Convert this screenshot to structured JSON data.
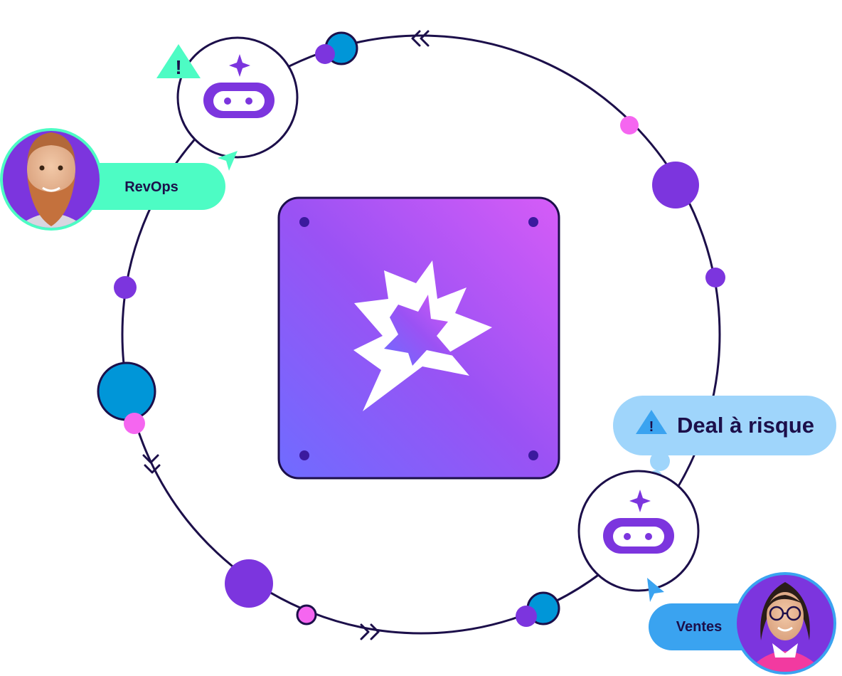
{
  "labels": {
    "revops": "RevOps",
    "ventes": "Ventes",
    "alert": "Deal à risque",
    "warning_glyph": "!"
  },
  "colors": {
    "outline": "#1c0f4a",
    "purple": "#7c35de",
    "blue": "#0096d8",
    "pink": "#f566f0",
    "mint": "#4dfcc4",
    "sky": "#3aa3f0",
    "alert_bg": "#9fd5fb",
    "tile_gradient": [
      "#6f6cff",
      "#a04ff0",
      "#d65cf7"
    ]
  },
  "icons": {
    "center": "burst-logo-icon",
    "agents": "robot-sparkle-icon",
    "warning": "warning-triangle-icon",
    "flow": "chevron-arrows-icon"
  }
}
